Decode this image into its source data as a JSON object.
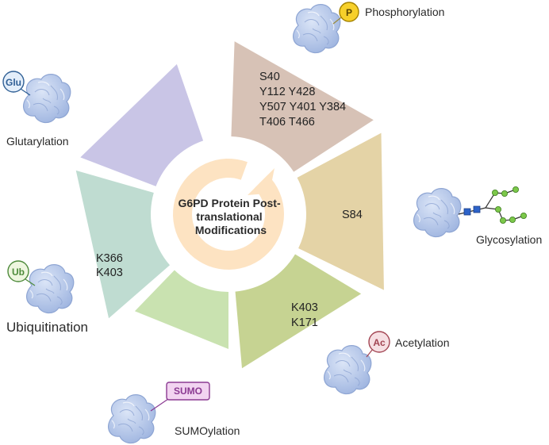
{
  "title_lines": [
    "G6PD Protein Post-",
    "translational",
    "Modifications"
  ],
  "modifications": [
    {
      "id": "phosphorylation",
      "label": "Phosphorylation",
      "badge": "P",
      "sites": [
        "S40",
        "Y112 Y428",
        "Y507 Y401 Y384",
        "T406 T466"
      ],
      "fill": "#d7c2b6",
      "badge_fill": "#f7d02a",
      "badge_stroke": "#a58300",
      "badge_text": "#5a4500"
    },
    {
      "id": "glycosylation",
      "label": "Glycosylation",
      "badge": "",
      "sites": [
        "S84"
      ],
      "fill": "#e4d3a6"
    },
    {
      "id": "acetylation",
      "label": "Acetylation",
      "badge": "Ac",
      "sites": [
        "K403",
        "K171"
      ],
      "fill": "#c6d392",
      "badge_fill": "#f6dfe3",
      "badge_stroke": "#a24452",
      "badge_text": "#a24452"
    },
    {
      "id": "sumoylation",
      "label": "SUMOylation",
      "badge": "SUMO",
      "sites": [],
      "fill": "#c9e2b0",
      "badge_fill": "#f2d4f1",
      "badge_stroke": "#8b3a92",
      "badge_text": "#8b3a92"
    },
    {
      "id": "ubiquitination",
      "label": "Ubiquitination",
      "badge": "Ub",
      "sites": [
        "K366",
        "K403"
      ],
      "fill": "#bfdcd1",
      "badge_fill": "#eef6df",
      "badge_stroke": "#4d8a3a",
      "badge_text": "#4d8a3a"
    },
    {
      "id": "glutarylation",
      "label": "Glutarylation",
      "badge": "Glu",
      "sites": [],
      "fill": "#c9c5e6",
      "badge_fill": "#e3eefa",
      "badge_stroke": "#2f5f95",
      "badge_text": "#2f5f95"
    }
  ],
  "colors": {
    "center_arrow": "#fde3c2",
    "protein": "#b8c9ea",
    "protein_stroke": "#8ea5d3",
    "glyco_green": "#7cc84a",
    "glyco_blue": "#2d63c9"
  }
}
